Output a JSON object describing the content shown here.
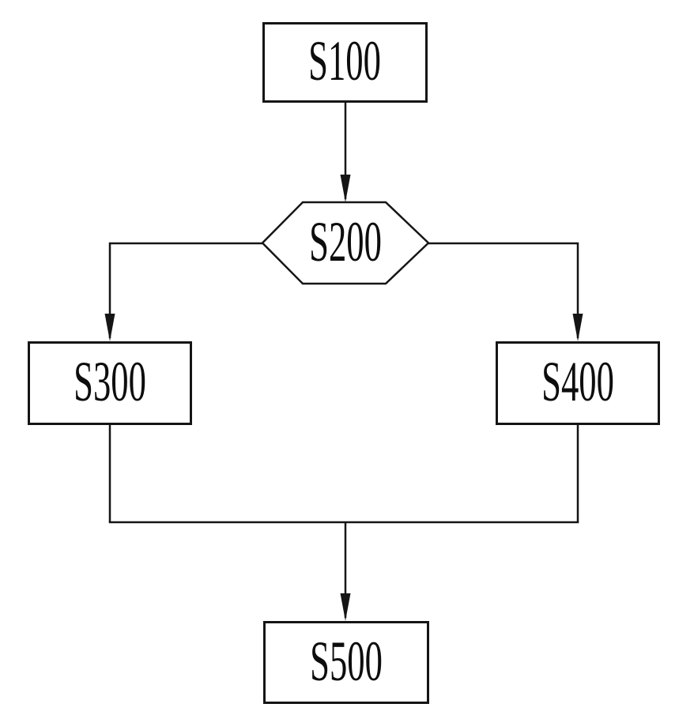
{
  "diagram": {
    "type": "flowchart",
    "nodes": [
      {
        "id": "S100",
        "label": "S100",
        "shape": "rectangle"
      },
      {
        "id": "S200",
        "label": "S200",
        "shape": "hexagon"
      },
      {
        "id": "S300",
        "label": "S300",
        "shape": "rectangle"
      },
      {
        "id": "S400",
        "label": "S400",
        "shape": "rectangle"
      },
      {
        "id": "S500",
        "label": "S500",
        "shape": "rectangle"
      }
    ],
    "edges": [
      {
        "from": "S100",
        "to": "S200",
        "arrow": true
      },
      {
        "from": "S200",
        "to": "S300",
        "arrow": true,
        "branch": "left"
      },
      {
        "from": "S200",
        "to": "S400",
        "arrow": true,
        "branch": "right"
      },
      {
        "from": "S300",
        "to": "S500",
        "arrow": true,
        "merge": true
      },
      {
        "from": "S400",
        "to": "S500",
        "arrow": true,
        "merge": true
      }
    ],
    "colors": {
      "line": "#151515",
      "text": "#0d0d0d",
      "background": "#ffffff"
    }
  }
}
